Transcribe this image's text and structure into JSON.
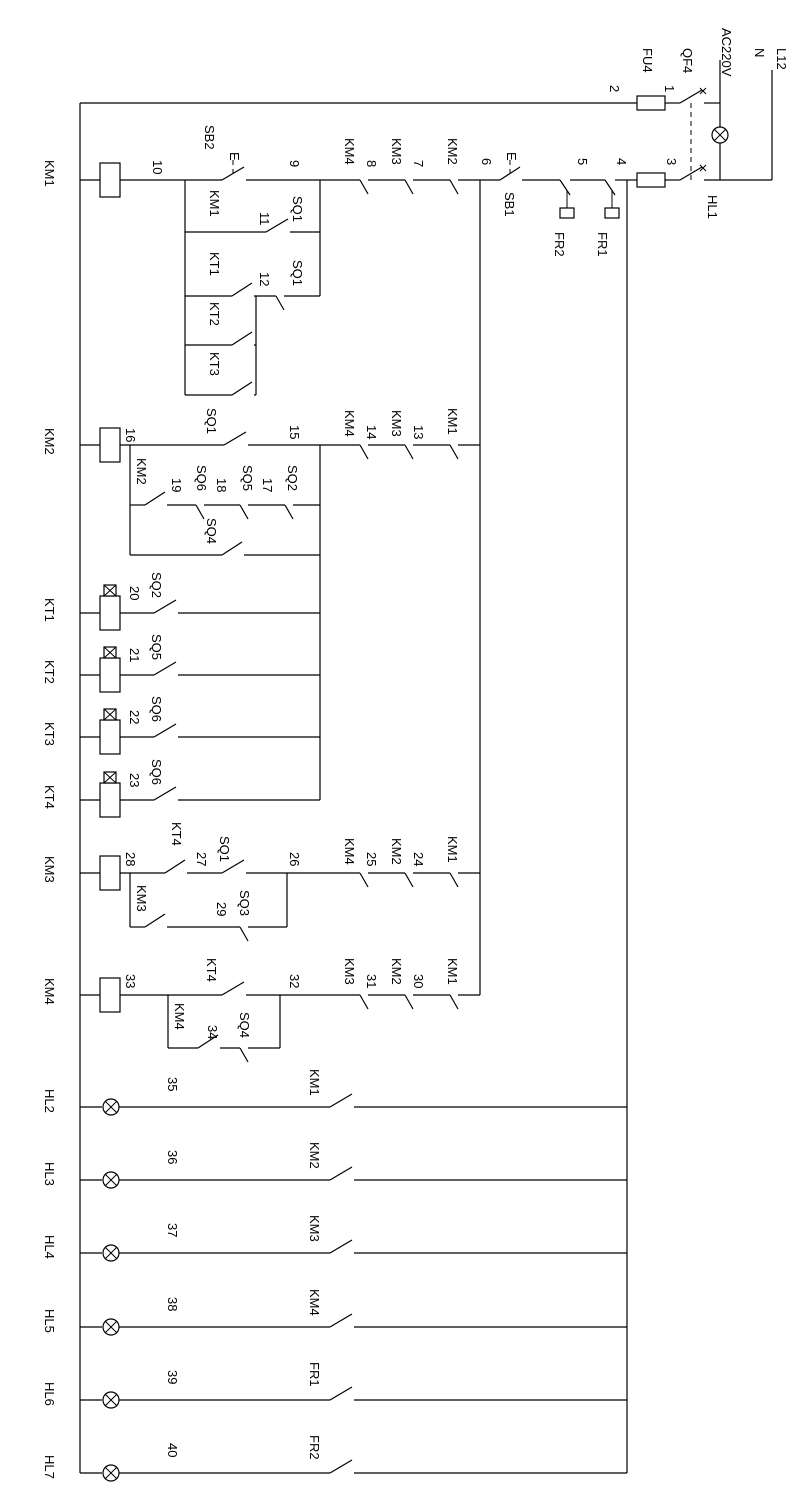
{
  "supply": {
    "line": "L12",
    "neutral": "N",
    "voltage": "AC220V"
  },
  "devices": {
    "breaker": "QF4",
    "fuse": "FU4",
    "power_lamp": "HL1",
    "stop_button": "SB1",
    "start_button": "SB2",
    "overload_1": "FR1",
    "overload_2": "FR2"
  },
  "nodes": {
    "n1": "1",
    "n2": "2",
    "n3": "3",
    "n4": "4",
    "n5": "5",
    "n6": "6",
    "n7": "7",
    "n8": "8",
    "n9": "9",
    "n10": "10",
    "n11": "11",
    "n12": "12",
    "n13": "13",
    "n14": "14",
    "n15": "15",
    "n16": "16",
    "n17": "17",
    "n18": "18",
    "n19": "19",
    "n20": "20",
    "n21": "21",
    "n22": "22",
    "n23": "23",
    "n24": "24",
    "n25": "25",
    "n26": "26",
    "n27": "27",
    "n28": "28",
    "n29": "29",
    "n30": "30",
    "n31": "31",
    "n32": "32",
    "n33": "33",
    "n34": "34",
    "n35": "35",
    "n36": "36",
    "n37": "37",
    "n38": "38",
    "n39": "39",
    "n40": "40"
  },
  "tags": {
    "km1": "KM1",
    "km2": "KM2",
    "km3": "KM3",
    "km4": "KM4",
    "kt1": "KT1",
    "kt2": "KT2",
    "kt3": "KT3",
    "kt4": "KT4",
    "sq1": "SQ1",
    "sq2": "SQ2",
    "sq3": "SQ3",
    "sq4": "SQ4",
    "sq5": "SQ5",
    "sq6": "SQ6",
    "fr1": "FR1",
    "fr2": "FR2",
    "hl2": "HL2",
    "hl3": "HL3",
    "hl4": "HL4",
    "hl5": "HL5",
    "hl6": "HL6",
    "hl7": "HL7"
  },
  "lamps": [
    {
      "tag": "HL2",
      "node": "35",
      "contact": "KM1"
    },
    {
      "tag": "HL3",
      "node": "36",
      "contact": "KM2"
    },
    {
      "tag": "HL4",
      "node": "37",
      "contact": "KM3"
    },
    {
      "tag": "HL5",
      "node": "38",
      "contact": "KM4"
    },
    {
      "tag": "HL6",
      "node": "39",
      "contact": "FR1"
    },
    {
      "tag": "HL7",
      "node": "40",
      "contact": "FR2"
    }
  ],
  "markers": {
    "button_e": "E"
  }
}
